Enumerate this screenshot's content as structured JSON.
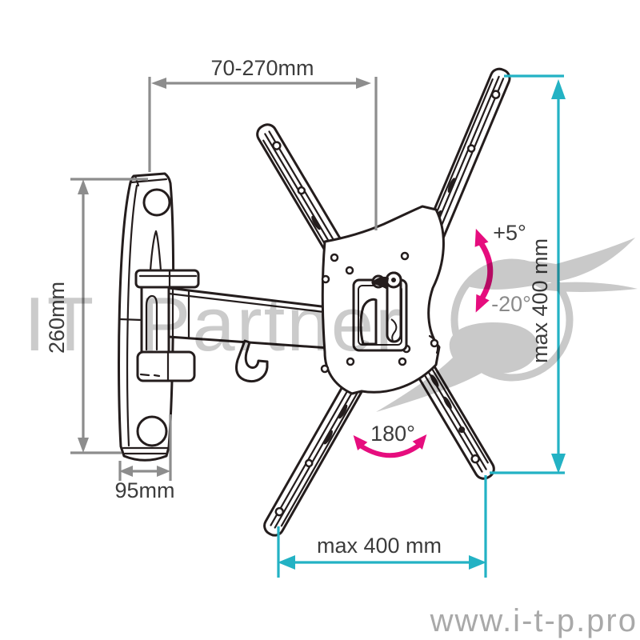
{
  "diagram": {
    "type": "tv-wall-mount-technical-drawing",
    "dimensions": {
      "arm_reach": "70-270mm",
      "wall_plate_height": "260mm",
      "wall_plate_width": "95mm",
      "vesa_max_height": "max 400 mm",
      "vesa_max_width": "max 400 mm"
    },
    "angles": {
      "tilt_up": "+5°",
      "tilt_down": "-20°",
      "swivel": "180°"
    }
  },
  "watermark": {
    "brand": "IT Partner",
    "website": "www.i-t-p.pro"
  },
  "colors": {
    "line_art": "#241d1d",
    "dimension_gray": "#8d8d8d",
    "dimension_teal": "#23b2c4",
    "accent_pink": "#e60d7e",
    "label_dark": "#3c3c3c",
    "label_gray": "#8a8a8a",
    "watermark_gray": "#c9c9c9",
    "website_gray": "#a9a9a9",
    "background": "#ffffff"
  }
}
